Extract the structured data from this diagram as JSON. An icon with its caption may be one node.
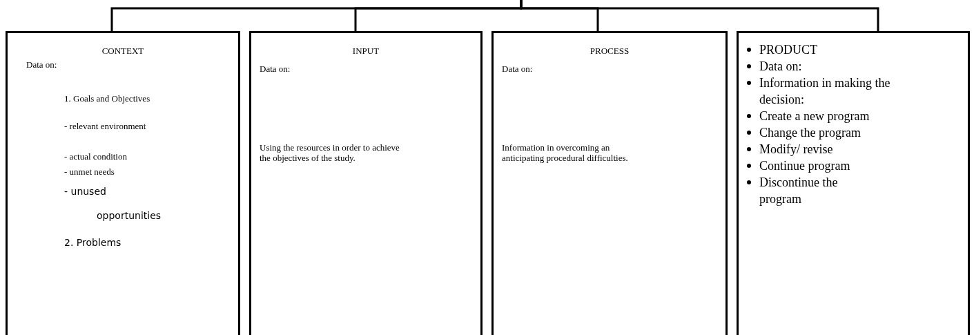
{
  "diagram": {
    "nodes": [
      {
        "text": [
          "CONTEXT",
          "Data on:",
          "1. Goals and Objectives",
          "- relevant environment",
          "- actual condition",
          "- unmet needs",
          "- unused opportunities",
          "2. Problems"
        ]
      },
      {
        "text": [
          "INPUT",
          "Data on:",
          "Using the resources in order to achieve the objectives of the study."
        ]
      },
      {
        "text": [
          "PROCESS",
          "Data on:",
          "Information in overcoming an anticipating procedural difficulties."
        ]
      },
      {
        "text": [
          "PRODUCT",
          "Data on:",
          "Information in making the decision:",
          "Create a new program",
          "Change the program",
          "Modify/ revise",
          "Continue program",
          "Discontinue the program"
        ]
      }
    ],
    "edges": [
      {
        "from": null,
        "to": 0,
        "arrow": "none"
      },
      {
        "from": null,
        "to": 1,
        "arrow": "none"
      },
      {
        "from": null,
        "to": 2,
        "arrow": "none"
      },
      {
        "from": null,
        "to": 3,
        "arrow": "none"
      }
    ]
  }
}
